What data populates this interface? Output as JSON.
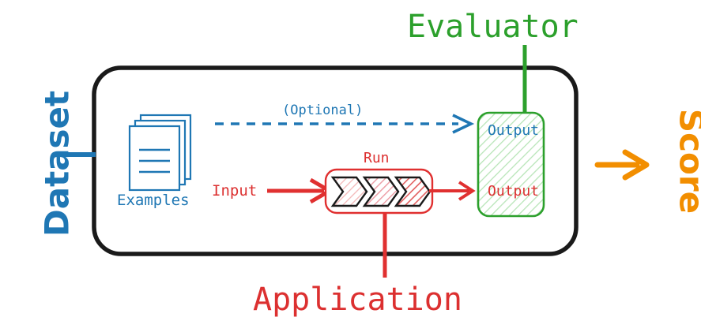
{
  "diagram": {
    "title": "Evaluation pipeline diagram",
    "colors": {
      "dataset_blue": "#1f77b4",
      "application_red": "#e03030",
      "evaluator_green": "#2ca02c",
      "score_orange": "#f28e00",
      "container_black": "#1a1a1a",
      "chevron_outline": "#1a1a1a",
      "chevron_fill_1": "#fdeaea",
      "chevron_fill_2": "#fbdcdc",
      "chevron_fill_3": "#f5b8b8",
      "output_box_fill": "#f2fbf2"
    },
    "outer_labels": {
      "dataset": "Dataset",
      "application": "Application",
      "evaluator": "Evaluator",
      "score": "Score"
    },
    "inner_labels": {
      "examples": "Examples",
      "optional": "(Optional)",
      "input": "Input",
      "run": "Run",
      "output_top": "Output",
      "output_bottom": "Output"
    }
  }
}
